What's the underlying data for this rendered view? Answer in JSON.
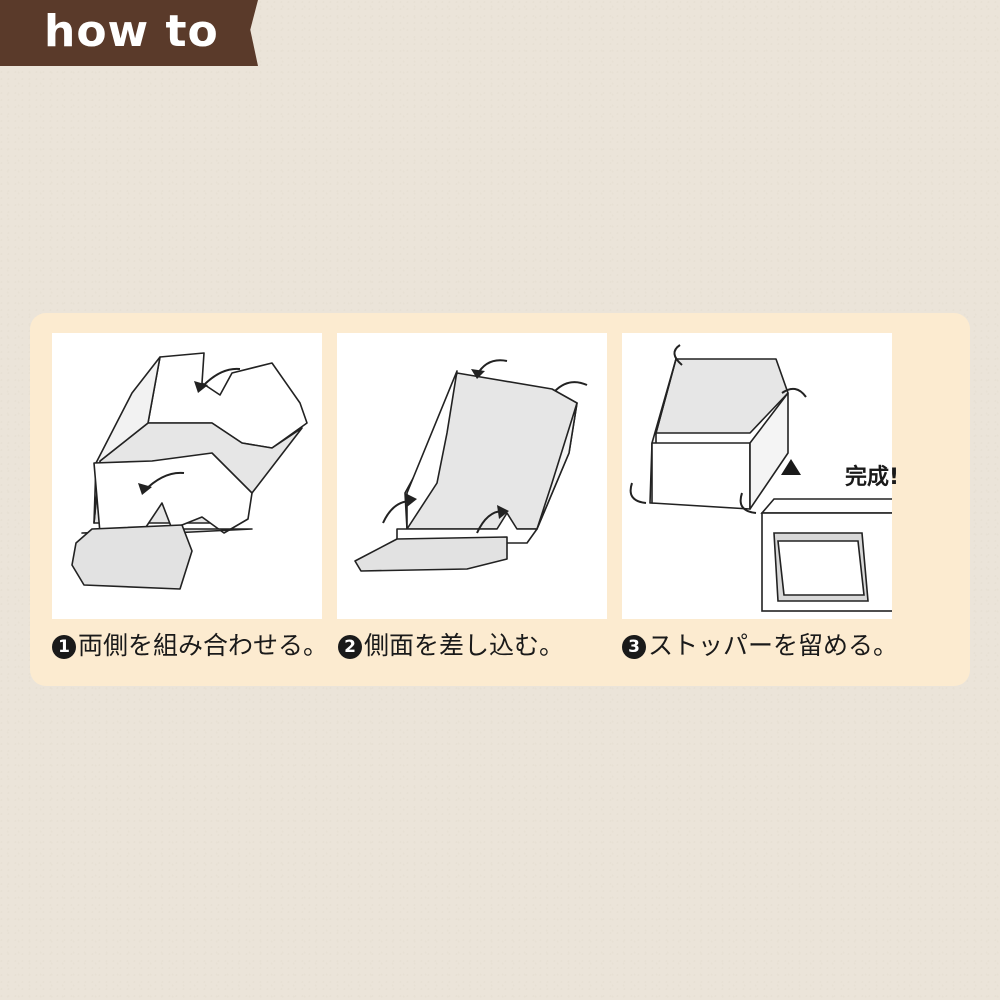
{
  "header": {
    "title": "how to"
  },
  "steps": [
    {
      "number": "1",
      "caption": "両側を組み合わせる。",
      "image": "box-folding-step-1"
    },
    {
      "number": "2",
      "caption": "側面を差し込む。",
      "image": "box-folding-step-2"
    },
    {
      "number": "3",
      "caption": "ストッパーを留める。",
      "image": "box-folding-step-3"
    }
  ],
  "completion": {
    "label": "完成!",
    "icon": "triangle-arrow-icon"
  },
  "colors": {
    "tag": "#5a3a2a",
    "panel": "#fcebd0",
    "background": "#ebe4d9"
  }
}
